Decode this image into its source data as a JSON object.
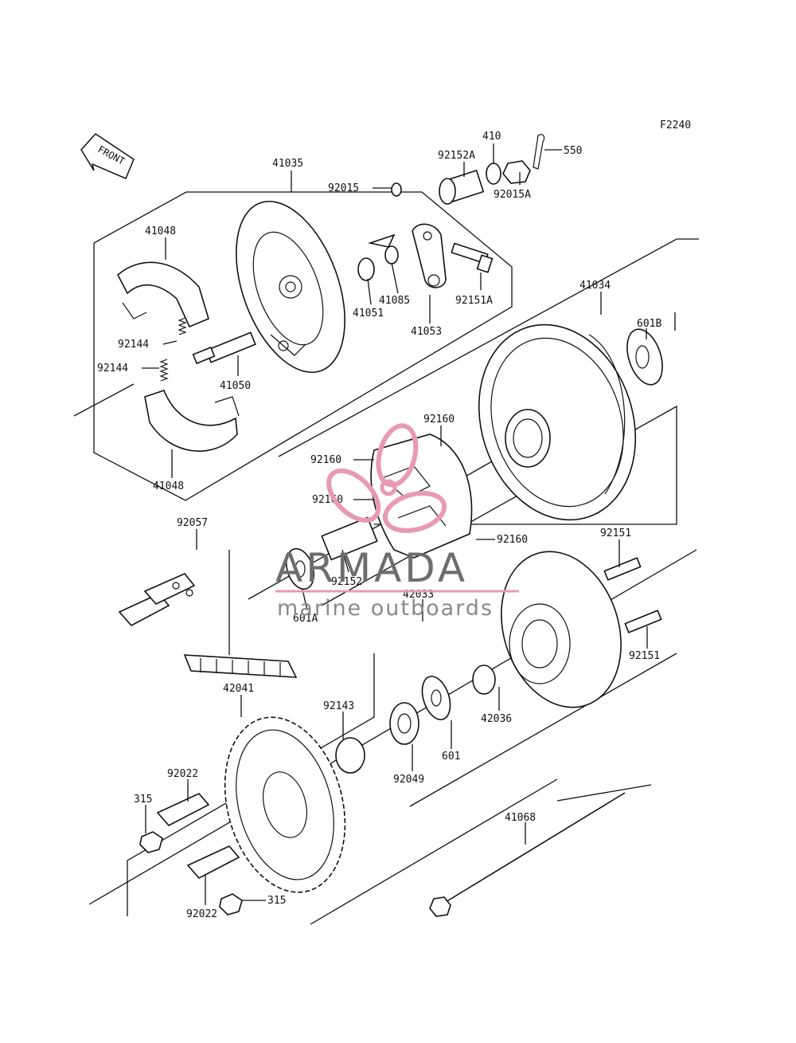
{
  "diagram": {
    "code": "F2240",
    "front_label": "FRONT",
    "parts": [
      "41035",
      "41048",
      "92015",
      "92152A",
      "410",
      "550",
      "92015A",
      "41085",
      "41051",
      "92151A",
      "41053",
      "92144",
      "92144",
      "41050",
      "41048",
      "41034",
      "601B",
      "92160",
      "92160",
      "92160",
      "92160",
      "92057",
      "92152",
      "601A",
      "42033",
      "92151",
      "92151",
      "42041",
      "92143",
      "42036",
      "601",
      "92049",
      "92022",
      "315",
      "41068",
      "92022",
      "315"
    ]
  },
  "watermark": {
    "brand": "ARMADA",
    "tagline": "marine outboards",
    "accent_color": "#e89ab4"
  }
}
